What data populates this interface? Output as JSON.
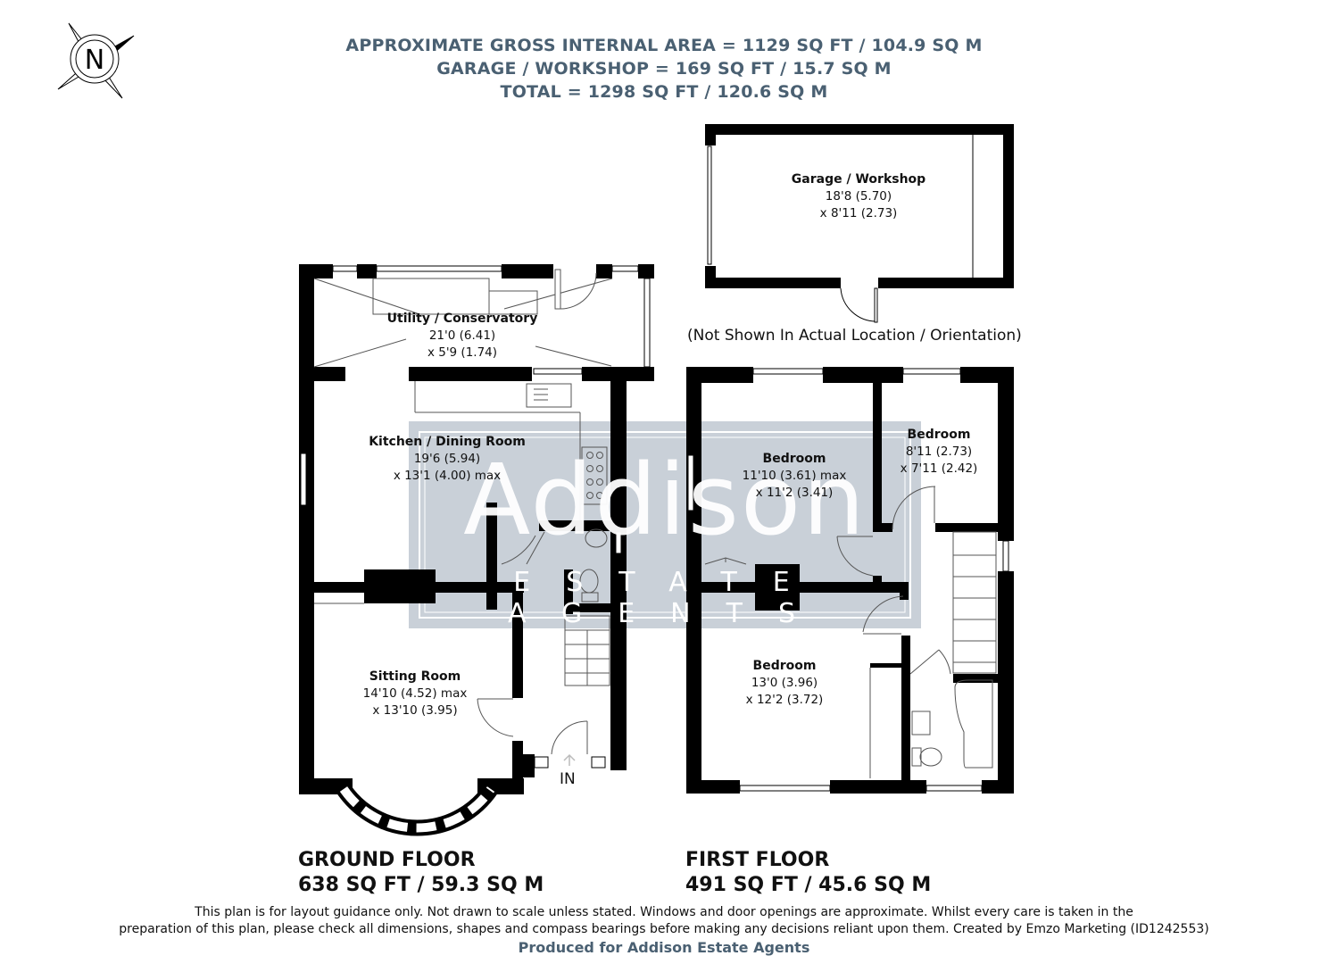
{
  "header": {
    "line1": "APPROXIMATE GROSS INTERNAL AREA = 1129 SQ FT / 104.9 SQ M",
    "line2": "GARAGE / WORKSHOP = 169 SQ FT / 15.7 SQ M",
    "line3": "TOTAL = 1298 SQ FT / 120.6 SQ M"
  },
  "compass": {
    "label": "N",
    "icon": "compass-north-icon"
  },
  "watermark": {
    "brand": "Addison",
    "sub": "ESTATE AGENTS",
    "color": "#c9d0d8"
  },
  "rooms": {
    "garage": {
      "name": "Garage / Workshop",
      "dim1": "18'8 (5.70)",
      "dim2": "x 8'11 (2.73)"
    },
    "utility": {
      "name": "Utility / Conservatory",
      "dim1": "21'0 (6.41)",
      "dim2": "x 5'9 (1.74)"
    },
    "kitchen": {
      "name": "Kitchen / Dining Room",
      "dim1": "19'6 (5.94)",
      "dim2": "x 13'1 (4.00) max"
    },
    "sitting": {
      "name": "Sitting Room",
      "dim1": "14'10 (4.52) max",
      "dim2": "x 13'10 (3.95)"
    },
    "bedroom1": {
      "name": "Bedroom",
      "dim1": "11'10 (3.61) max",
      "dim2": "x 11'2 (3.41)"
    },
    "bedroom2": {
      "name": "Bedroom",
      "dim1": "8'11 (2.73)",
      "dim2": "x 7'11 (2.42)"
    },
    "bedroom3": {
      "name": "Bedroom",
      "dim1": "13'0 (3.96)",
      "dim2": "x 12'2 (3.72)"
    }
  },
  "garage_note": "(Not Shown In Actual Location / Orientation)",
  "entrance_label": "IN",
  "floors": {
    "ground": {
      "title": "GROUND FLOOR",
      "area": "638 SQ FT / 59.3 SQ M"
    },
    "first": {
      "title": "FIRST FLOOR",
      "area": "491 SQ FT / 45.6 SQ M"
    }
  },
  "footer": {
    "disclaimer_line1": "This plan is for layout guidance only. Not drawn to scale unless stated. Windows and door openings are approximate. Whilst every care is taken in the",
    "disclaimer_line2": "preparation of this plan, please check all dimensions, shapes and compass bearings before making any decisions reliant upon them. Created by Emzo Marketing (ID1242553)",
    "produced_for": "Produced for Addison Estate Agents"
  },
  "colors": {
    "heading": "#4a6072",
    "wall": "#000000",
    "watermark_bg": "#c9d0d8"
  }
}
